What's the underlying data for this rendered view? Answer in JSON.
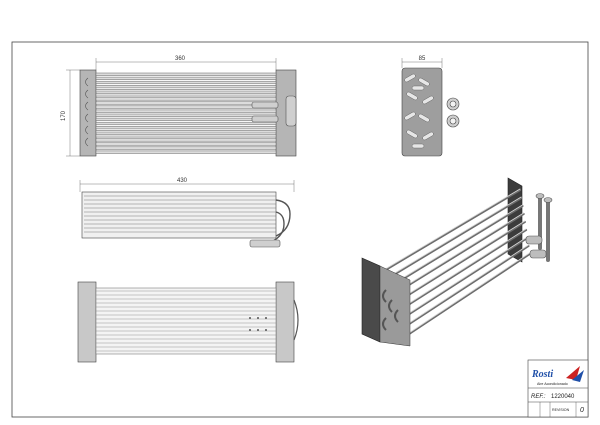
{
  "dimensions": {
    "front_width": "360",
    "front_height": "170",
    "side_width": "85",
    "top_width": "430"
  },
  "title_block": {
    "brand": "Rosti",
    "brand_sub": "Aire Acondicionado",
    "ref_label": "REF.:",
    "ref_value": "1220040",
    "revision_label": "REVISION",
    "revision_value": "0",
    "colors": {
      "brand_blue": "#1f4fa8",
      "brand_red": "#cc2222"
    }
  }
}
